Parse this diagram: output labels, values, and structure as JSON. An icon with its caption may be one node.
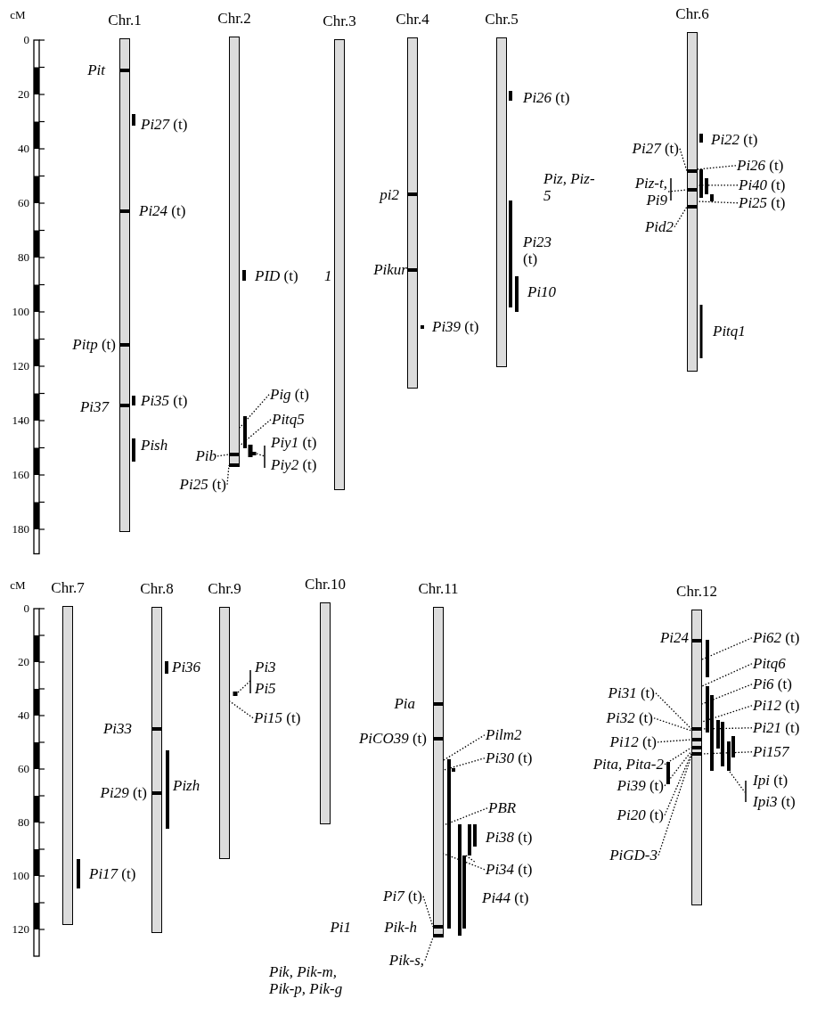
{
  "diagram": {
    "nodes": [
      {
        "text": [
          "Chr.1"
        ]
      },
      {
        "text": [
          "Chr.2"
        ]
      },
      {
        "text": [
          "*Pig* (t)"
        ]
      },
      {
        "text": [
          "Pitq5"
        ]
      },
      {
        "text": [
          "Pib"
        ]
      },
      {
        "text": [
          "*Pi25* (t)"
        ]
      },
      {
        "text": [
          "Chr.3"
        ]
      },
      {
        "text": [
          "Chr.4"
        ]
      },
      {
        "text": [
          "Chr.5"
        ]
      },
      {
        "text": [
          "Chr.6"
        ]
      },
      {
        "text": [
          "*Pi27* (t)"
        ]
      },
      {
        "text": [
          "*Pi26* (t)"
        ]
      },
      {
        "text": [
          "Piz-t, Pi9"
        ]
      },
      {
        "text": [
          "*Pi40* (t)"
        ]
      },
      {
        "text": [
          "*Pi25* (t)"
        ]
      },
      {
        "text": [
          "Pid2"
        ]
      },
      {
        "text": [
          "Chr.7"
        ]
      },
      {
        "text": [
          "Chr.8"
        ]
      },
      {
        "text": [
          "Chr.9"
        ]
      },
      {
        "text": [
          "*Pi15* (t)"
        ]
      },
      {
        "text": [
          "Chr.10"
        ]
      },
      {
        "text": [
          "Chr.11"
        ]
      },
      {
        "text": [
          "Pilm2"
        ]
      },
      {
        "text": [
          "*Pi30* (t)"
        ]
      },
      {
        "text": [
          "PBR"
        ]
      },
      {
        "text": [
          "*Pi34* (t)"
        ]
      },
      {
        "text": [
          "*Pi7* (t)"
        ]
      },
      {
        "text": [
          "Pik-s,"
        ]
      },
      {
        "text": [
          "Chr.12"
        ]
      },
      {
        "text": [
          "*Pi62* (t)"
        ]
      },
      {
        "text": [
          "Pitq6"
        ]
      },
      {
        "text": [
          "*Pi6* (t)"
        ]
      },
      {
        "text": [
          "*Pi12* (t)"
        ]
      },
      {
        "text": [
          "*Pi21* (t)"
        ]
      },
      {
        "text": [
          "Pi157"
        ]
      },
      {
        "text": [
          "*Pi31* (t)"
        ]
      },
      {
        "text": [
          "*Pi32* (t)"
        ]
      },
      {
        "text": [
          "*Pi12* (t)"
        ]
      },
      {
        "text": [
          "Pita, Pita-2"
        ]
      },
      {
        "text": [
          "*Pi39* (t)"
        ]
      },
      {
        "text": [
          "*Pi20* (t)"
        ]
      },
      {
        "text": [
          "PiGD-3"
        ]
      }
    ],
    "edges": [
      {
        "from": 2,
        "to": 1,
        "arrow": "none",
        "style": "dashed"
      },
      {
        "from": 3,
        "to": 1,
        "arrow": "none",
        "style": "dashed"
      },
      {
        "from": 4,
        "to": 1,
        "arrow": "none",
        "style": "dashed"
      },
      {
        "from": 5,
        "to": 1,
        "arrow": "none",
        "style": "dashed"
      },
      {
        "from": 10,
        "to": 9,
        "arrow": "none",
        "style": "dashed"
      },
      {
        "from": 11,
        "to": 9,
        "arrow": "none",
        "style": "dashed"
      },
      {
        "from": 12,
        "to": 9,
        "arrow": "none",
        "style": "dashed"
      },
      {
        "from": 13,
        "to": 9,
        "arrow": "none",
        "style": "dashed"
      },
      {
        "from": 14,
        "to": 9,
        "arrow": "none",
        "style": "dashed"
      },
      {
        "from": 15,
        "to": 9,
        "arrow": "none",
        "style": "dashed"
      },
      {
        "from": 19,
        "to": 18,
        "arrow": "none",
        "style": "dashed"
      },
      {
        "from": 22,
        "to": 21,
        "arrow": "none",
        "style": "dashed"
      },
      {
        "from": 23,
        "to": 21,
        "arrow": "none",
        "style": "dashed"
      },
      {
        "from": 24,
        "to": 21,
        "arrow": "none",
        "style": "dashed"
      },
      {
        "from": 25,
        "to": 21,
        "arrow": "none",
        "style": "dashed"
      },
      {
        "from": 26,
        "to": 21,
        "arrow": "none",
        "style": "dashed"
      },
      {
        "from": 27,
        "to": 21,
        "arrow": "none",
        "style": "dashed"
      },
      {
        "from": 29,
        "to": 28,
        "arrow": "none",
        "style": "dashed"
      },
      {
        "from": 30,
        "to": 28,
        "arrow": "none",
        "style": "dashed"
      },
      {
        "from": 31,
        "to": 28,
        "arrow": "none",
        "style": "dashed"
      },
      {
        "from": 32,
        "to": 28,
        "arrow": "none",
        "style": "dashed"
      },
      {
        "from": 33,
        "to": 28,
        "arrow": "none",
        "style": "dashed"
      },
      {
        "from": 34,
        "to": 28,
        "arrow": "none",
        "style": "dashed"
      },
      {
        "from": 35,
        "to": 28,
        "arrow": "none",
        "style": "dashed"
      },
      {
        "from": 36,
        "to": 28,
        "arrow": "none",
        "style": "dashed"
      },
      {
        "from": 37,
        "to": 28,
        "arrow": "none",
        "style": "dashed"
      },
      {
        "from": 38,
        "to": 28,
        "arrow": "none",
        "style": "dashed"
      },
      {
        "from": 39,
        "to": 28,
        "arrow": "none",
        "style": "dashed"
      },
      {
        "from": 40,
        "to": 28,
        "arrow": "none",
        "style": "dashed"
      },
      {
        "from": 41,
        "to": 28,
        "arrow": "none",
        "style": "dashed"
      }
    ],
    "labels": [
      "cM",
      "0",
      "20",
      "40",
      "60",
      "80",
      "100",
      "120",
      "140",
      "160",
      "180",
      "Pit",
      "*Pi27* (t)",
      "*Pi24* (t)",
      "*Pitp* (t)",
      "*Pi35* (t)",
      "Pi37",
      "Pish",
      "*PID* (t)",
      "1",
      "*Piy1* (t)",
      "*Piy2* (t)",
      "pi2",
      "Pikur",
      "*Pi39* (t)",
      "*Pi26* (t)",
      "Piz, Piz-5",
      "*Pi23* (t)",
      "Pi10",
      "*Pi22* (t)",
      "Pitq1",
      "cM",
      "0",
      "20",
      "40",
      "60",
      "80",
      "100",
      "120",
      "*Pi17* (t)",
      "Pi36",
      "Pi33",
      "*Pi29* (t)",
      "Pizh",
      "Pi3",
      "Pi5",
      "Pia",
      "*PiCO39* (t)",
      "*Pi38* (t)",
      "*Pi44* (t)",
      "Pi1",
      "Pik-h",
      "Pik, Pik-m, Pik-p, Pik-g",
      "Pi24",
      "*Ipi* (t)",
      "*Ipi3* (t)"
    ]
  }
}
